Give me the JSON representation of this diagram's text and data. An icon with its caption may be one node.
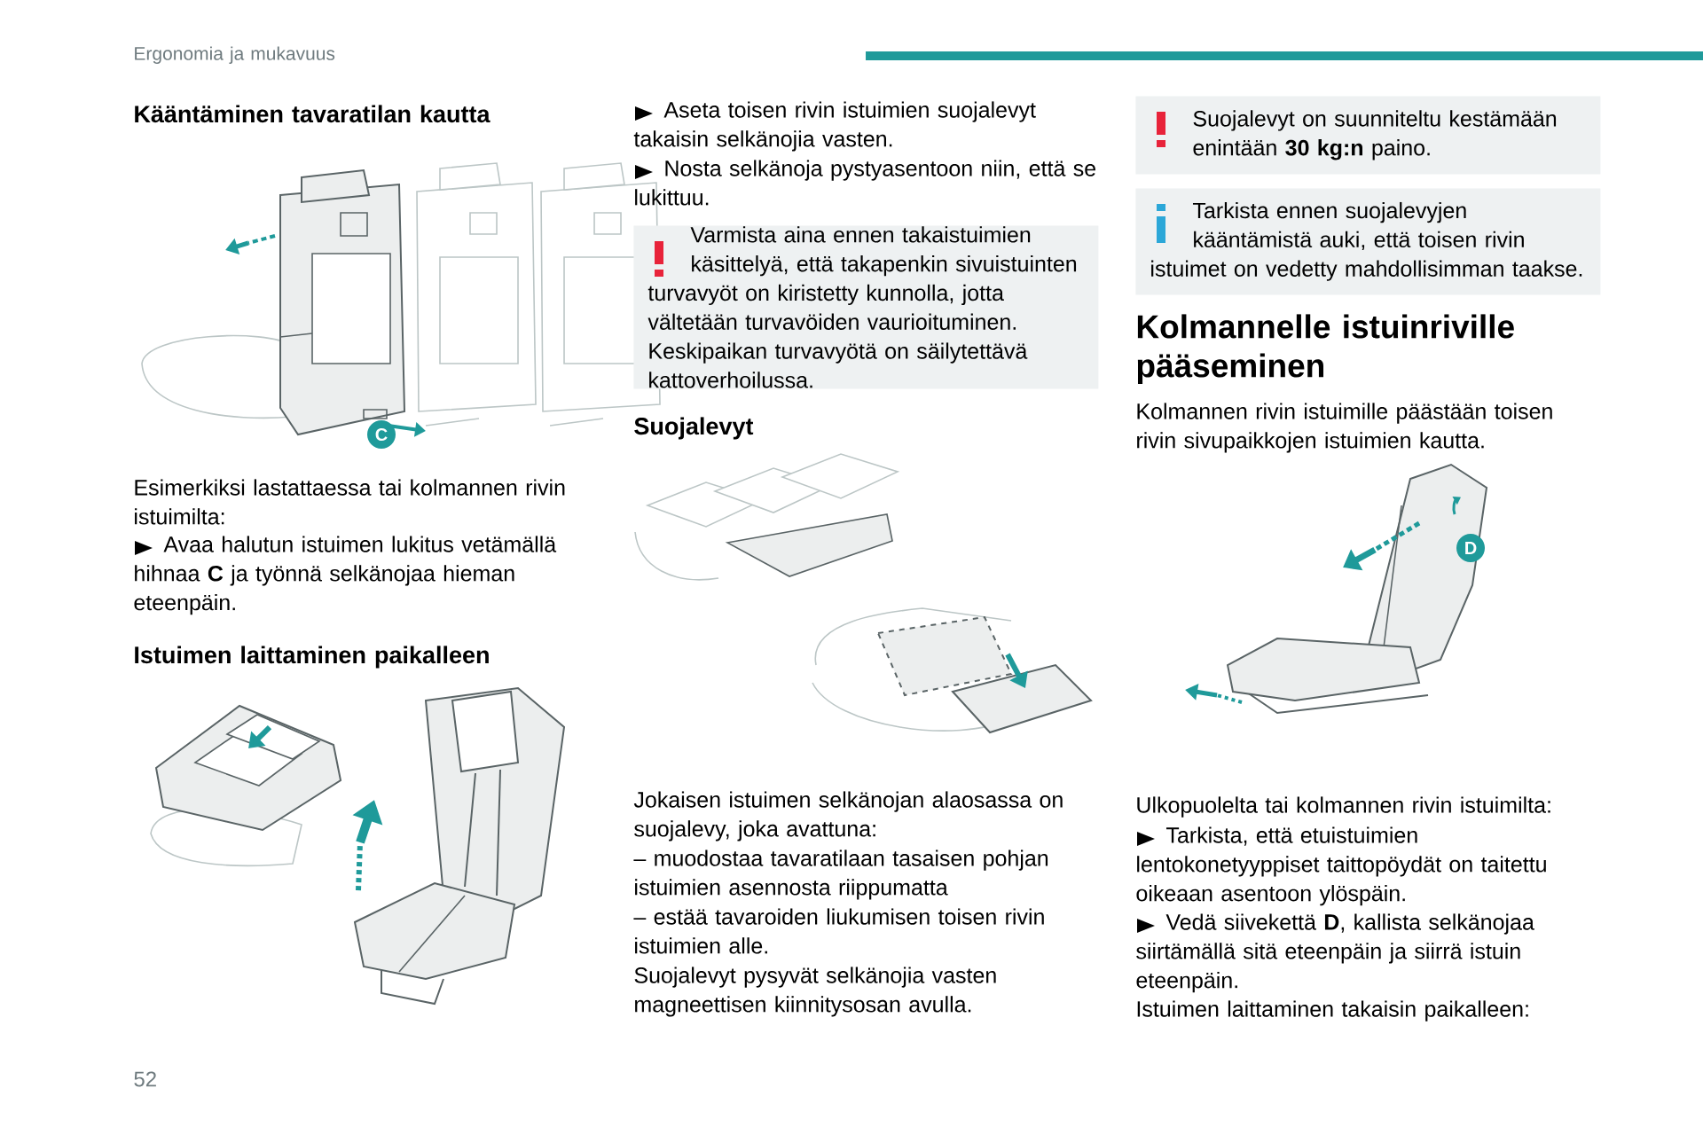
{
  "diagram": {
    "nodes": [
      {
        "text": [
          "Varmista aina ennen takaistuimien käsittelyä, että takapenkin sivuistuinten turvavyöt on kiristetty kunnolla, jotta vältetään turvavöiden vaurioituminen. Keskipaikan turvavyötä on säilytettävä kattoverhoilussa."
        ]
      },
      {
        "text": [
          "Suojalevyt on suunniteltu kestämään enintään **30 kg:n** paino."
        ]
      },
      {
        "text": [
          "Tarkista ennen suojalevyjen kääntämistä auki, että toisen rivin istuimet on vedetty mahdollisimman taakse."
        ]
      },
      {
        "text": [
          "C"
        ]
      },
      {
        "text": [
          "D"
        ]
      }
    ],
    "labels": [
      "Ergonomia ja mukavuus",
      "Kääntäminen tavaratilan kautta",
      "Esimerkiksi lastattaessa tai kolmannen rivin istuimilta:",
      "Avaa halutun istuimen lukitus vetämällä hihnaa **C** ja työnnä selkänojaa hieman eteenpäin.",
      "Istuimen laittaminen paikalleen",
      "Aseta toisen rivin istuimien suojalevyt takaisin selkänojia vasten.",
      "Nosta selkänoja pystyasentoon niin, että se lukittuu.",
      "Suojalevyt",
      "Jokaisen istuimen selkänojan alaosassa on suojalevy, joka avattuna:",
      "–  muodostaa tavaratilaan tasaisen pohjan istuimien asennosta riippumatta",
      "–  estää tavaroiden liukumisen toisen rivin istuimien alle.",
      "Suojalevyt pysyvät selkänojia vasten magneettisen kiinnitysosan avulla.",
      "Kolmannelle istuinriville pääseminen",
      "Kolmannen rivin istuimille päästään toisen rivin sivupaikkojen istuimien kautta.",
      "Ulkopuolelta tai kolmannen rivin istuimilta:",
      "Tarkista, että etuistuimien lentokonetyyppiset taittopöydät on taitettu oikeaan asentoon ylöspäin.",
      "Vedä siivekettä **D**, kallista selkänojaa siirtämällä sitä eteenpäin ja siirrä istuin eteenpäin.",
      "Istuimen laittaminen takaisin paikalleen:",
      "52"
    ]
  }
}
